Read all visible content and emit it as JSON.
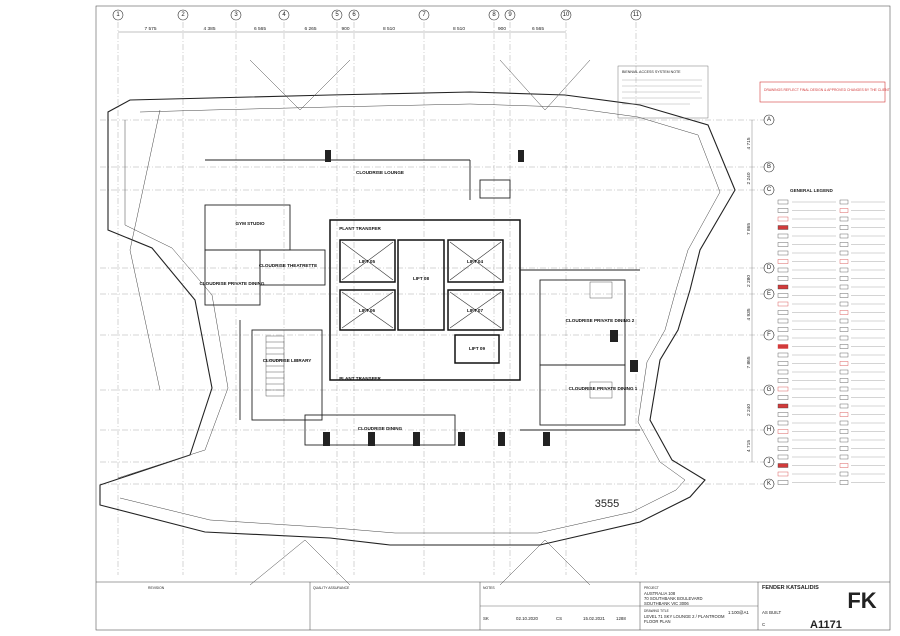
{
  "grid": {
    "cols": [
      "1",
      "2",
      "3",
      "4",
      "5",
      "6",
      "7",
      "8",
      "9",
      "10",
      "11"
    ],
    "rows": [
      "A",
      "B",
      "C",
      "D",
      "E",
      "F",
      "G",
      "H",
      "J",
      "K"
    ],
    "col_dims": [
      "7 575",
      "4 385",
      "6 565",
      "6 265",
      "900",
      "8 510",
      "8 510",
      "900",
      "6 565"
    ],
    "row_dims": [
      "4 715",
      "2 240",
      "7 865",
      "2 280",
      "4 935",
      "7 865",
      "2 240",
      "4 715"
    ]
  },
  "rooms": [
    {
      "name": "CLOUDRISE THEATRETTE"
    },
    {
      "name": "CLOUDRISE PRIVATE DINING"
    },
    {
      "name": "GYM STUDIO"
    },
    {
      "name": "PLANT TRANSFER"
    },
    {
      "name": "LIFT 05"
    },
    {
      "name": "LIFT 06"
    },
    {
      "name": "LIFT 04"
    },
    {
      "name": "LIFT 07"
    },
    {
      "name": "LIFT 08"
    },
    {
      "name": "LIFT 09"
    },
    {
      "name": "CLOUDRISE LOUNGE"
    },
    {
      "name": "CLOUDRISE LIBRARY"
    },
    {
      "name": "CLOUDRISE PRIVATE DINING 2"
    },
    {
      "name": "CLOUDRISE PRIVATE DINING 1"
    },
    {
      "name": "CLOUDRISE DINING"
    },
    {
      "name": "PLANT TRANSFER "
    }
  ],
  "level_rl": "3555",
  "notes": {
    "bmu": "BIENNIAL ACCESS SYSTEM NOTE",
    "red_note": "DRAWINGS REFLECT FINAL DESIGN & APPROVED CHANGES BY THE CLIENT",
    "legend_title": "GENERAL LEGEND"
  },
  "title_block": {
    "company": "FENDER KATSALIDIS",
    "logo_text": "FK",
    "project_label": "PROJECT",
    "project_lines": [
      "AUSTRALIA 108",
      "70 SOUTHBANK BOULEVARD",
      "SOUTHBANK VIC 3006"
    ],
    "drawing_title_label": "DRAWING TITLE",
    "drawing_title_lines": [
      "LEVEL 71 SKY LOUNGE 2 / PLANTROOM",
      "FLOOR PLAN"
    ],
    "status": "AS BUILT",
    "drawing_no": "A1171",
    "drawn": "SK",
    "date": "02.10.2020",
    "checked": "CS",
    "plot_date": "15.02.2021",
    "job_no": "1288",
    "scale": "1:100@A1",
    "rev": "C",
    "notes_label": "NOTES",
    "revision_label": "REVISION",
    "quality_label": "QUALITY ASSURANCE"
  },
  "colors": {
    "line": "#2a2a2a",
    "red": "#d23a3a",
    "accent": "#3a6bd2"
  }
}
